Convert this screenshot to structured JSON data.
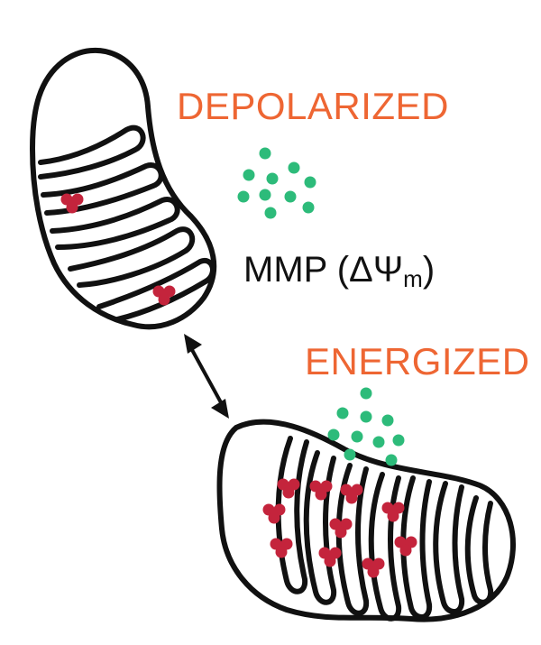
{
  "labels": {
    "depolarized": "DEPOLARIZED",
    "energized": "ENERGIZED",
    "mmp_prefix": "MMP (ΔΨ",
    "mmp_subscript": "m",
    "mmp_suffix": ")"
  },
  "colors": {
    "state_label": "#ee6633",
    "outline": "#111111",
    "green_dots": "#2dbb7a",
    "red_clusters": "#c4243c",
    "text": "#111111"
  },
  "icons": {
    "arrow": "double-headed-arrow-icon",
    "green_dots": "ion-dot-icon",
    "red_clusters": "molecule-cluster-icon"
  }
}
